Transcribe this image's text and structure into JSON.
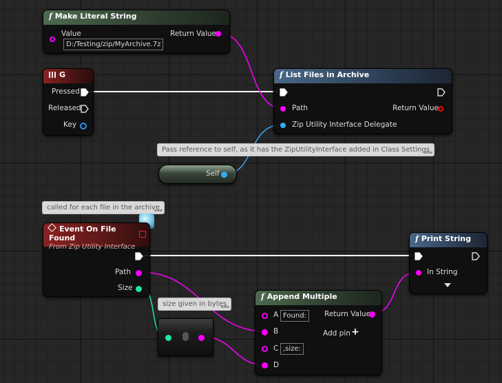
{
  "colors": {
    "string_pin": "#ff00ff",
    "delegate_pin": "#38a8f0",
    "int_pin": "#1ee6a8",
    "exec_pin": "#ffffff"
  },
  "make_literal": {
    "icon": "f",
    "title": "Make Literal String",
    "value_label": "Value",
    "value": "D:/Testing/zip/MyArchive.7z",
    "return_label": "Return Value"
  },
  "g_node": {
    "icon": "keyboard-icon",
    "title": "G",
    "pressed": "Pressed",
    "released": "Released",
    "key": "Key"
  },
  "list_files": {
    "icon": "f",
    "title": "List Files in Archive",
    "path": "Path",
    "return_label": "Return Value",
    "delegate": "Zip Utility Interface Delegate"
  },
  "comments": {
    "self_comment": "Pass reference to self, as it has the ZipUtilityInterface added in Class Settings",
    "event_comment": "called for each file in the archive",
    "size_comment": "size given in bytes"
  },
  "self_node": {
    "label": "Self"
  },
  "event_node": {
    "icon": "event-diamond-icon",
    "title": "Event On File Found",
    "subtitle": "From Zip Utility Interface",
    "path": "Path",
    "size": "Size"
  },
  "print_string": {
    "icon": "f",
    "title": "Print String",
    "in_string": "In String"
  },
  "append": {
    "icon": "f",
    "title": "Append Multiple",
    "a": "A",
    "a_value": "Found:",
    "b": "B",
    "c": "C",
    "c_value": ",size:",
    "d": "D",
    "return_label": "Return Value",
    "add_pin": "Add pin",
    "add_icon": "+"
  }
}
